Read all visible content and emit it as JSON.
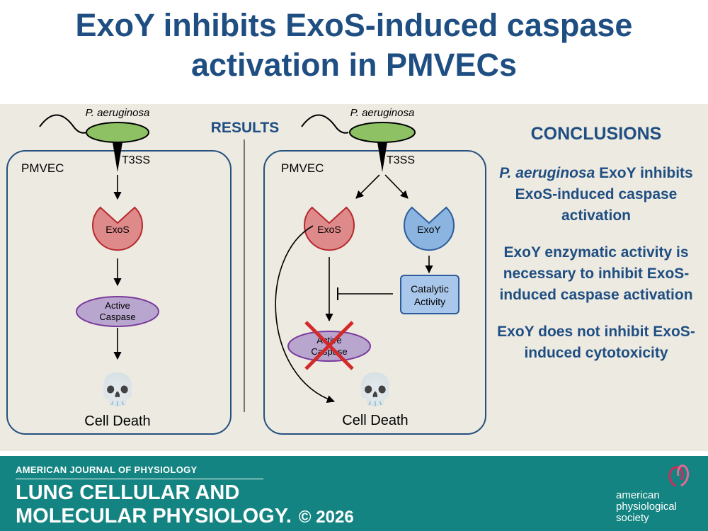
{
  "title": {
    "line1": "ExoY inhibits ExoS-induced caspase",
    "line2": "activation in PMVECs"
  },
  "diagram": {
    "results_label": "RESULTS",
    "bacterium_label": "P. aeruginosa",
    "secretion_label": "T3SS",
    "cell_label": "PMVEC",
    "exos_label": "ExoS",
    "exoy_label": "ExoY",
    "caspase_line1": "Active",
    "caspase_line2": "Caspase",
    "catalytic_line1": "Catalytic",
    "catalytic_line2": "Activity",
    "death_label": "Cell Death",
    "skull_glyph": "💀",
    "colors": {
      "bacterium": "#8dc163",
      "exos_fill": "#df8a8a",
      "exos_stroke": "#b5292e",
      "exoy_fill": "#8bb5e0",
      "exoy_stroke": "#2d5d9b",
      "caspase_fill": "#b8a6cf",
      "caspase_stroke": "#7a3b9c",
      "catalytic_fill": "#a9c7ea",
      "cell_border": "#26507f",
      "cross": "#d22a2a"
    }
  },
  "conclusions": {
    "heading": "CONCLUSIONS",
    "item1_em": "P. aeruginosa",
    "item1_rest": " ExoY inhibits ExoS-induced caspase activation",
    "item2": "ExoY enzymatic activity is necessary to inhibit ExoS-induced caspase activation",
    "item3": "ExoY does not inhibit ExoS-induced cytotoxicity"
  },
  "footer": {
    "journal_top": "AMERICAN JOURNAL OF PHYSIOLOGY",
    "journal_line1": "LUNG CELLULAR AND",
    "journal_line2": "MOLECULAR PHYSIOLOGY.",
    "copyright": "© 2026",
    "logo_line1": "american",
    "logo_line2": "physiological",
    "logo_line3": "society"
  }
}
